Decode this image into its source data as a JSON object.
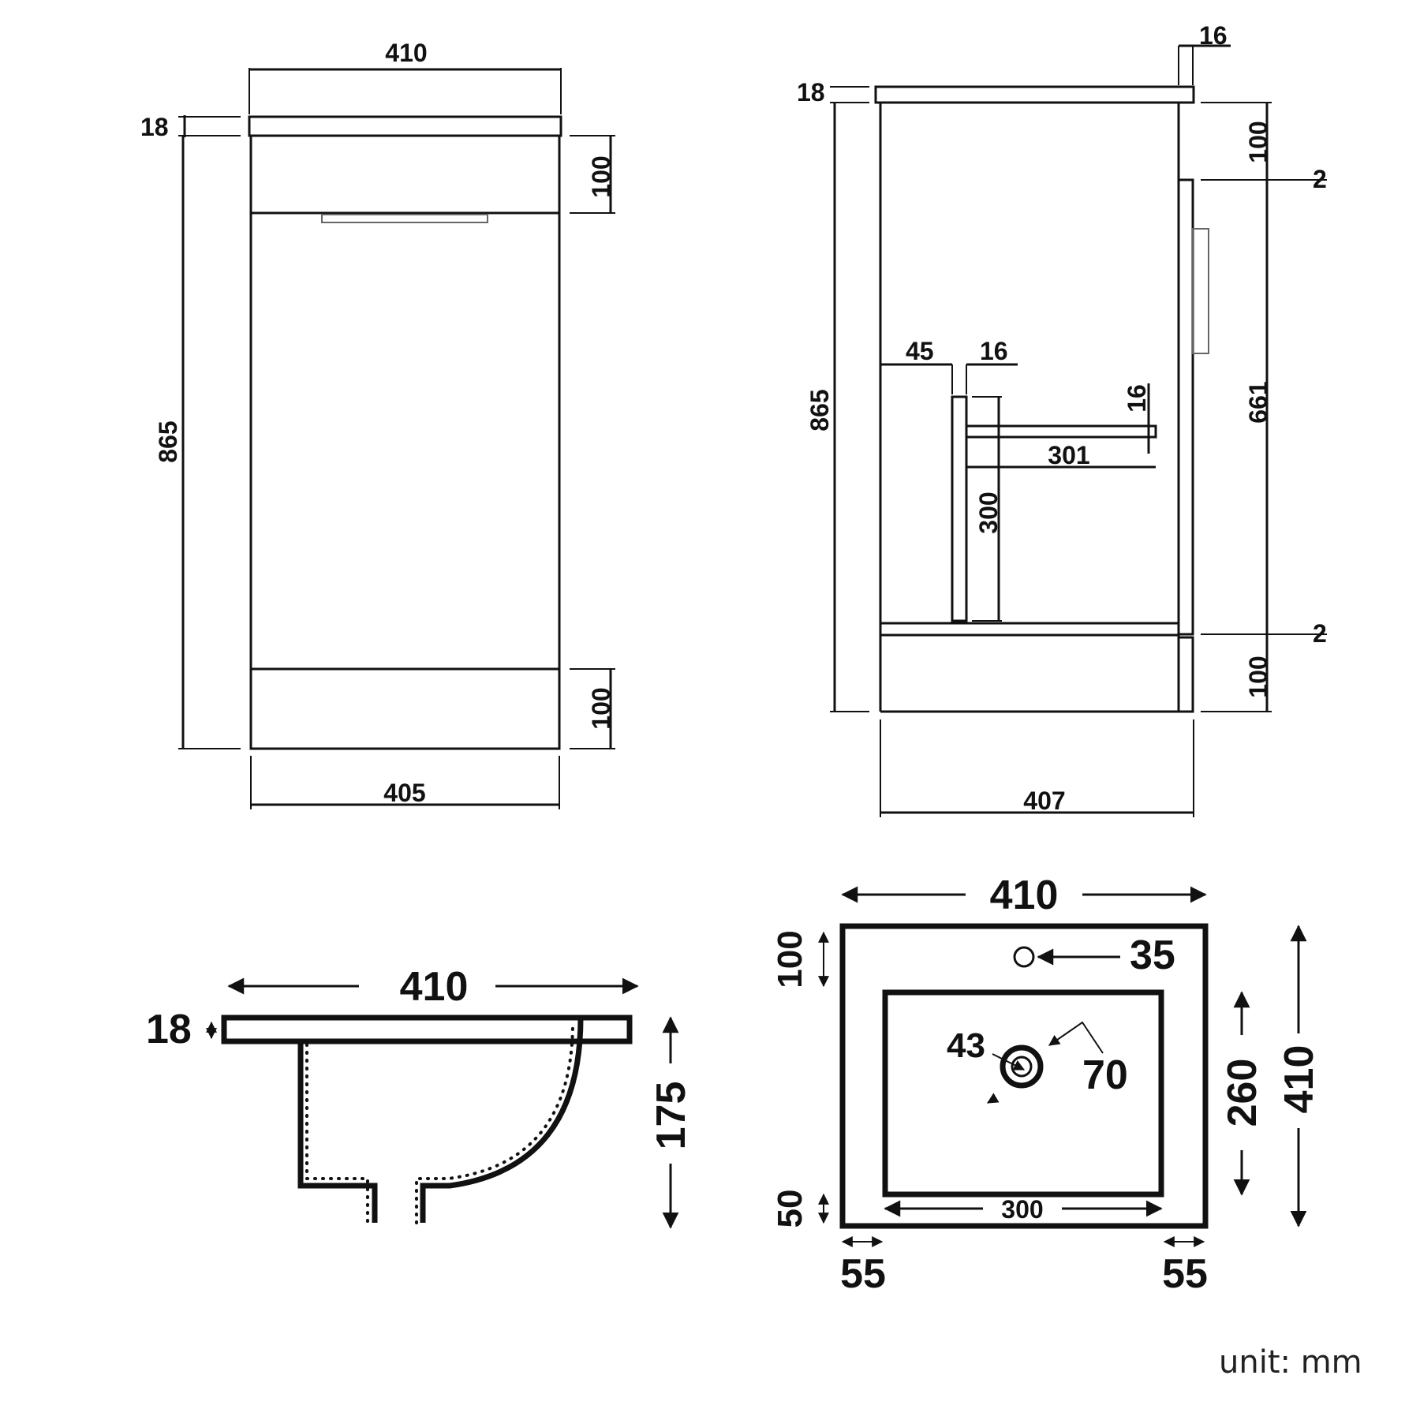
{
  "unit_label": "unit: mm",
  "front_view": {
    "top_width": "410",
    "top_thickness": "18",
    "height": "865",
    "top_rail": "100",
    "plinth": "100",
    "base_width": "405"
  },
  "side_view": {
    "top_thickness": "18",
    "door_thickness": "16",
    "top_rail": "100",
    "gap_top": "2",
    "height": "865",
    "door_height": "661",
    "gap_bottom": "2",
    "plinth": "100",
    "depth": "407",
    "offset": "45",
    "panel_thickness": "16",
    "shelf_thickness": "16",
    "shelf_depth": "301",
    "panel_height": "300"
  },
  "basin_side": {
    "width": "410",
    "thickness": "18",
    "depth": "175"
  },
  "basin_top": {
    "width": "410",
    "front_margin": "100",
    "tap_hole": "35",
    "waste_inner": "43",
    "waste_outer": "70",
    "bowl_depth": "260",
    "depth": "410",
    "back_margin": "50",
    "bowl_width": "300",
    "side_left": "55",
    "side_right": "55"
  }
}
